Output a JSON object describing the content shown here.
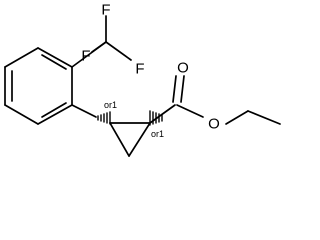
{
  "molecule": {
    "atoms": {
      "f_top": "F",
      "f_left": "F",
      "f_right": "F",
      "carbonyl_o": "O",
      "ester_o": "O"
    },
    "stereo_labels": {
      "left": "or1",
      "right": "or1"
    }
  }
}
